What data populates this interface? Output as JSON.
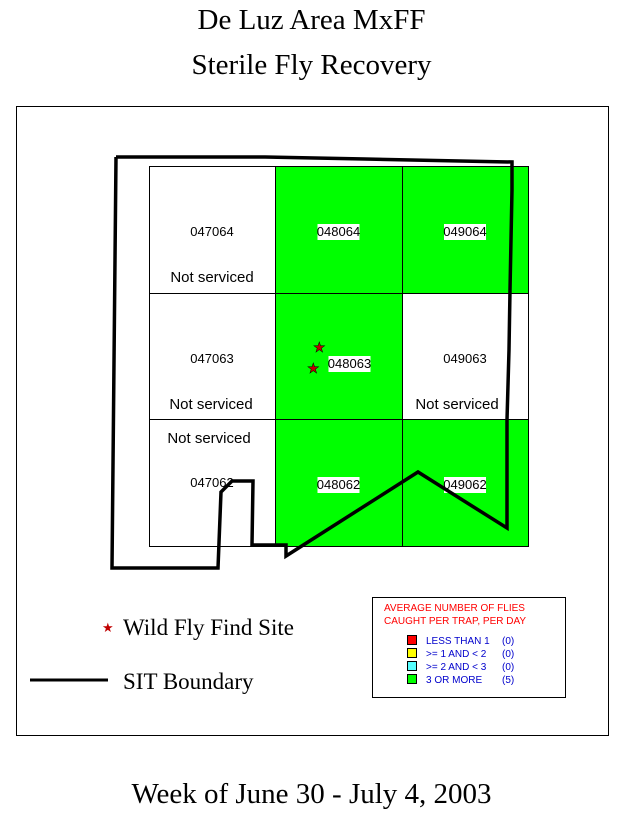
{
  "title_line1": "De Luz Area MxFF",
  "title_line2": "Sterile Fly Recovery",
  "footer": "Week of June 30 - July 4, 2003",
  "grid": [
    {
      "id": "047064",
      "status": "Not serviced",
      "fill": "#ffffff"
    },
    {
      "id": "048064",
      "status": "",
      "fill": "#00ff00"
    },
    {
      "id": "049064",
      "status": "",
      "fill": "#00ff00"
    },
    {
      "id": "047063",
      "status": "Not serviced",
      "fill": "#ffffff"
    },
    {
      "id": "048063",
      "status": "",
      "fill": "#00ff00"
    },
    {
      "id": "049063",
      "status": "Not serviced",
      "fill": "#ffffff"
    },
    {
      "id": "047062",
      "status": "Not serviced",
      "fill": "#ffffff"
    },
    {
      "id": "048062",
      "status": "",
      "fill": "#00ff00"
    },
    {
      "id": "049062",
      "status": "",
      "fill": "#00ff00"
    }
  ],
  "map_legend": {
    "wild_fly": "Wild Fly Find Site",
    "boundary": "SIT Boundary"
  },
  "catch_legend": {
    "title1": "AVERAGE NUMBER OF FLIES",
    "title2": "CAUGHT PER TRAP, PER DAY",
    "items": [
      {
        "label": "LESS THAN 1",
        "count": "(0)",
        "color": "#ff0000"
      },
      {
        "label": ">= 1 AND < 2",
        "count": "(0)",
        "color": "#ffff00"
      },
      {
        "label": ">= 2 AND < 3",
        "count": "(0)",
        "color": "#55ffff"
      },
      {
        "label": "3 OR MORE",
        "count": "(5)",
        "color": "#00ff00"
      }
    ]
  }
}
